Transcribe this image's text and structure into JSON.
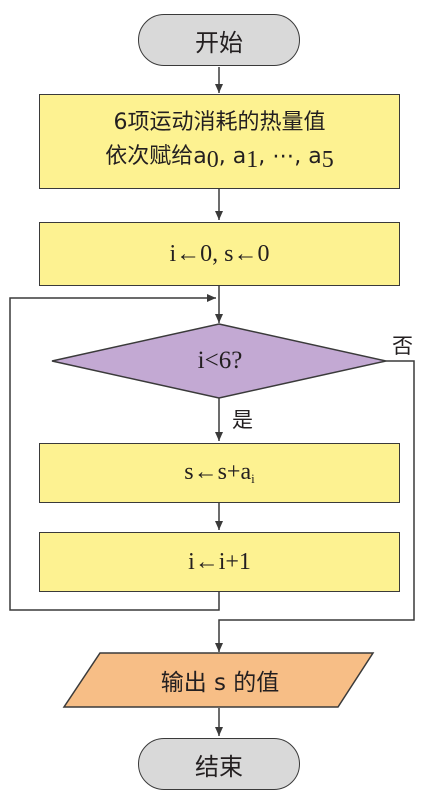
{
  "flowchart": {
    "start": "开始",
    "init_line1": "6项运动消耗的热量值",
    "init_line2_prefix": "依次赋给a",
    "init_line2_sub0": "0",
    "init_line2_mid1": ", a",
    "init_line2_sub1": "1",
    "init_line2_mid2": ", ⋯, a",
    "init_line2_sub5": "5",
    "assign": "i←0, s←0",
    "condition": "i<6?",
    "yes_label": "是",
    "no_label": "否",
    "accumulate_prefix": "s←s+a",
    "accumulate_sub": "i",
    "increment": "i←i+1",
    "output": "输出 s 的值",
    "end": "结束"
  },
  "colors": {
    "process_fill": "#fdf291",
    "decision_fill": "#c3a9d3",
    "io_fill": "#f7be86",
    "terminal_fill": "#d9d9d9"
  }
}
